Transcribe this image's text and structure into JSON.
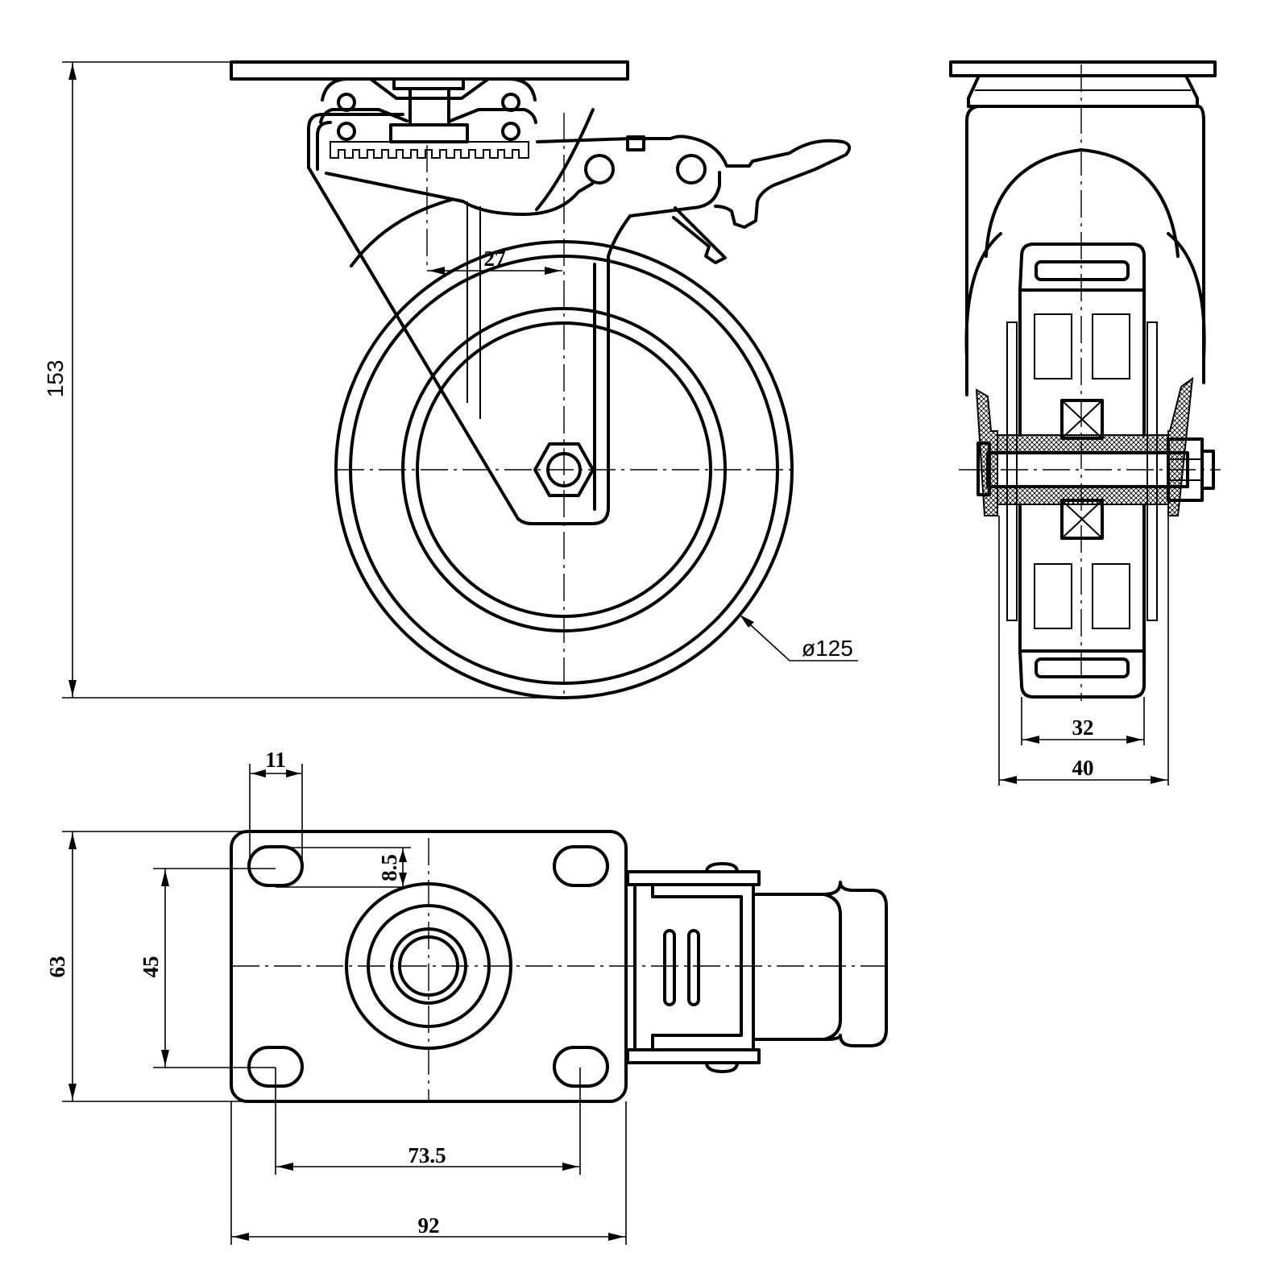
{
  "dimensions": {
    "overall_height": "153",
    "wheel_diameter": "ø125",
    "offset": "27",
    "wheel_width": "32",
    "fork_width": "40",
    "hole_size": "11",
    "slot_length": "8.5",
    "plate_length": "92",
    "plate_width": "63",
    "hole_spacing_long": "73.5",
    "hole_spacing_short": "45"
  }
}
